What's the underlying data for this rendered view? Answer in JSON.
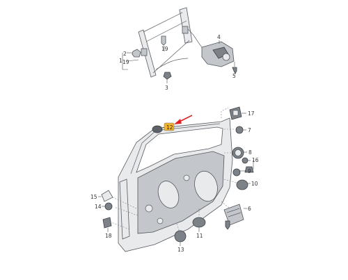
{
  "labels": {
    "p1": "1",
    "p2": "2",
    "p3": "3",
    "p4": "4",
    "p5": "5",
    "p6": "6",
    "p7": "7",
    "p8": "8",
    "p9": "9",
    "p10": "10",
    "p11": "11",
    "p12": "12",
    "p13": "13",
    "p14": "14",
    "p15": "15",
    "p16": "16",
    "p17": "17",
    "p18": "18",
    "p19a": "19",
    "p19b": "19"
  },
  "colors": {
    "highlight_fill": "#f2b62e",
    "arrow": "#e02020"
  }
}
